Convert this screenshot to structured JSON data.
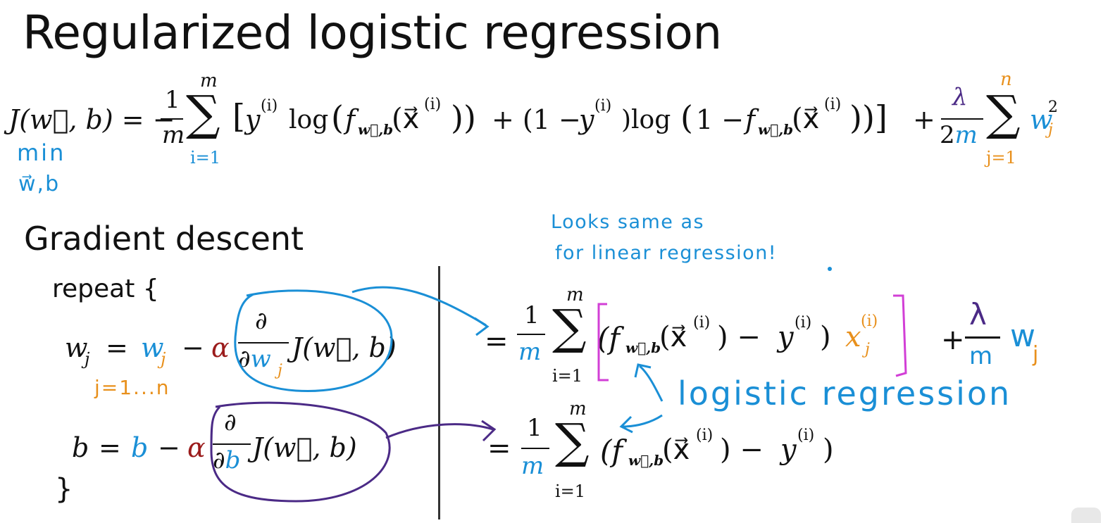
{
  "slide": {
    "title": "Regularized logistic regression",
    "section": "Gradient descent",
    "repeat_label": "repeat {",
    "closing_brace": "}"
  },
  "cost": {
    "lhs": "J(w⃗, b) = −",
    "one": "1",
    "m": "m",
    "sum_upper": "m",
    "sum_lower": "i=1",
    "body_1": "[y",
    "sup_i": "(i)",
    "log1": "log",
    "f_open": "(f",
    "sub_wb": "w⃗,b",
    "x_arg": "(x⃗",
    "close_a": "))",
    "plus1": " + (1 − y",
    "log2": ")log",
    "one_minus_f": "(1 − f",
    "close_b": ")) ]",
    "plus_reg": "+",
    "lambda": "λ",
    "two_m": "2m",
    "reg_sum_upper": "n",
    "reg_sum_lower": "j=1",
    "w": "w",
    "w_sub": "j",
    "w_sup": "2"
  },
  "annotations": {
    "min_label": "min",
    "min_sub": "w⃗,b",
    "note_line1": "Looks same as",
    "note_line2": "for linear regression!",
    "logistic_label": "logistic regression",
    "j_range": "j=1...n"
  },
  "update_w": {
    "lhs": "w",
    "lhs_sub": "j",
    "eq": " = ",
    "w": "w",
    "w_sub": "j",
    "minus": " − ",
    "alpha": "α",
    "partial": "∂",
    "denom_partial": "∂w",
    "denom_sub": "j",
    "J": "J(w⃗, b)"
  },
  "update_b": {
    "lhs": "b",
    "eq": " = ",
    "b": "b",
    "minus": " − ",
    "alpha": "α",
    "partial": "∂",
    "denom_partial": "∂b",
    "J": "J(w⃗, b)"
  },
  "deriv_w": {
    "eq": "=",
    "one": "1",
    "m": "m",
    "sum_upper": "m",
    "sum_lower": "i=1",
    "f_open": "(f",
    "sub_wb": "w⃗,b",
    "x_arg": "(x⃗",
    "sup_i": "(i)",
    "minus_y": ") − y",
    "close": ")",
    "x": "x",
    "x_sub": "j",
    "plus": "+",
    "lambda": "λ",
    "m_den": "m",
    "w": "w",
    "w_sub": "j"
  },
  "deriv_b": {
    "eq": "=",
    "one": "1",
    "m": "m",
    "sum_upper": "m",
    "sum_lower": "i=1",
    "f_open": "(f",
    "sub_wb": "w⃗,b",
    "x_arg": "(x⃗",
    "sup_i": "(i)",
    "minus_y": ") − y",
    "close": ")"
  },
  "colors": {
    "ink": "#111111",
    "blue": "#1a8fd6",
    "orange": "#e8901c",
    "purple": "#4b2a86",
    "alpha_red": "#9b1c1c",
    "magenta": "#d23fd6"
  }
}
